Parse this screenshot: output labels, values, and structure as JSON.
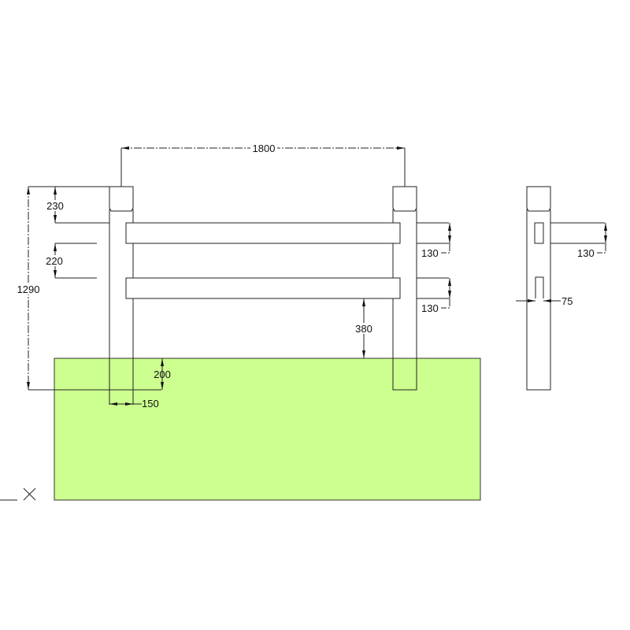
{
  "drawing": {
    "title": "Fence elevation and side view",
    "ground_color": "#ccff8f",
    "dimensions": {
      "span": "1800",
      "overall_height": "1290",
      "top_to_rail": "230",
      "rail_gap": "220",
      "embed_depth": "200",
      "post_width": "150",
      "ground_clearance": "380",
      "rail1_height": "130",
      "rail2_height": "130",
      "side_rail_height": "130",
      "slot_width": "75"
    }
  }
}
